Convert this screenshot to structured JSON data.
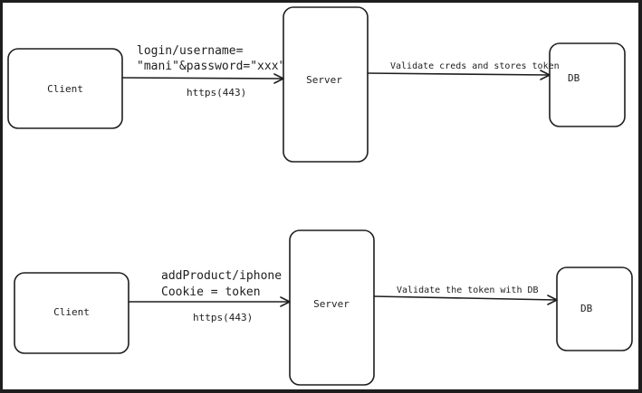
{
  "diagrams": [
    {
      "client_label": "Client",
      "server_label": "Server",
      "db_label": "DB",
      "request_line1": "login/username=",
      "request_line2": "\"mani\"&password=\"xxx\"",
      "protocol_label": "https(443)",
      "validation_label": "Validate creds and stores token"
    },
    {
      "client_label": "Client",
      "server_label": "Server",
      "db_label": "DB",
      "request_line1": "addProduct/iphone",
      "request_line2": "Cookie = token",
      "protocol_label": "https(443)",
      "validation_label": "Validate the token with DB"
    }
  ],
  "colors": {
    "stroke": "#1e1e1e",
    "canvas": "#ffffff",
    "frame": "#1e1e1e"
  }
}
